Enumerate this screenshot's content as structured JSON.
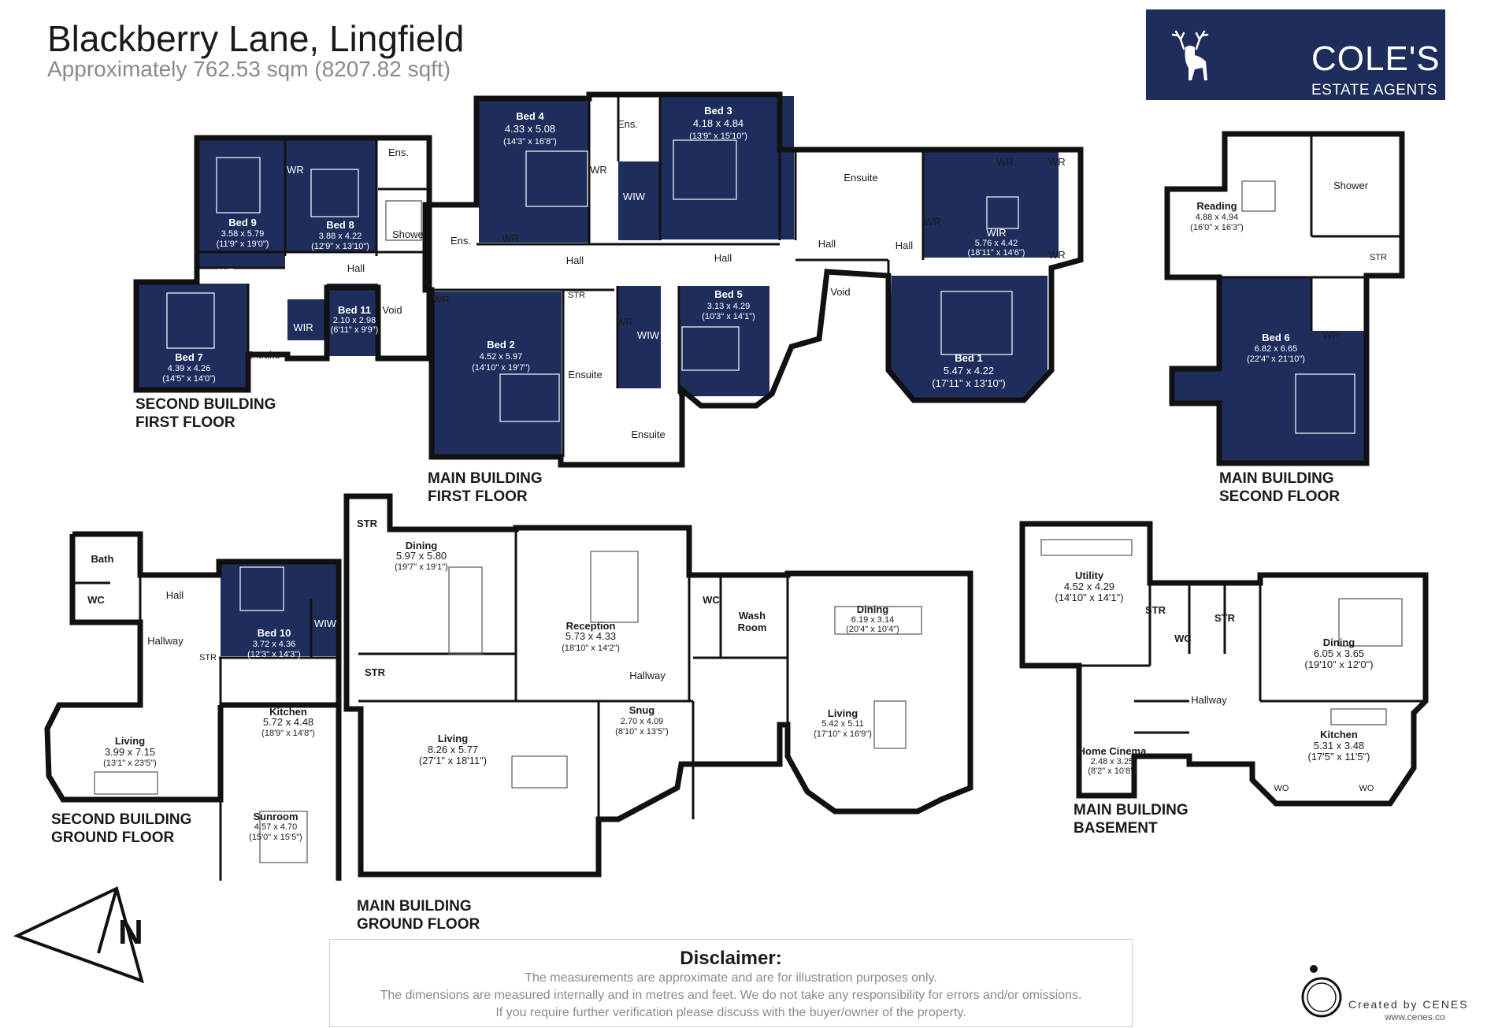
{
  "header": {
    "title": "Blackberry Lane, Lingfield",
    "subtitle": "Approximately 762.53 sqm (8207.82 sqft)"
  },
  "logo": {
    "name": "COLE'S",
    "sub": "ESTATE AGENTS",
    "bg_color": "#1e2d5c"
  },
  "colors": {
    "bedroom": "#1e2d5c",
    "wall": "#111111",
    "floor": "#ffffff"
  },
  "floors": {
    "second_building_first_floor": {
      "label_line1": "SECOND BUILDING",
      "label_line2": "FIRST FLOOR"
    },
    "main_building_first_floor": {
      "label_line1": "MAIN BUILDING",
      "label_line2": "FIRST FLOOR"
    },
    "main_building_second_floor": {
      "label_line1": "MAIN BUILDING",
      "label_line2": "SECOND FLOOR"
    },
    "second_building_ground_floor": {
      "label_line1": "SECOND BUILDING",
      "label_line2": "GROUND FLOOR"
    },
    "main_building_ground_floor": {
      "label_line1": "MAIN BUILDING",
      "label_line2": "GROUND FLOOR"
    },
    "main_building_basement": {
      "label_line1": "MAIN BUILDING",
      "label_line2": "BASEMENT"
    }
  },
  "rooms": {
    "bed9": {
      "name": "Bed 9",
      "dims": "3.58 x 5.79",
      "imperial": "(11'9\" x 19'0\")"
    },
    "bed8": {
      "name": "Bed 8",
      "dims": "3.88 x 4.22",
      "imperial": "(12'9\" x 13'10\")"
    },
    "bed7": {
      "name": "Bed 7",
      "dims": "4.39 x 4.26",
      "imperial": "(14'5\" x 14'0\")"
    },
    "bed11": {
      "name": "Bed 11",
      "dims": "2.10 x 2.98",
      "imperial": "(6'11\" x 9'9\")"
    },
    "bed4": {
      "name": "Bed 4",
      "dims": "4.33 x 5.08",
      "imperial": "(14'3\" x 16'8\")"
    },
    "bed3": {
      "name": "Bed 3",
      "dims": "4.18 x 4.84",
      "imperial": "(13'9\" x 15'10\")"
    },
    "bed2": {
      "name": "Bed 2",
      "dims": "4.52 x 5.97",
      "imperial": "(14'10\" x 19'7\")"
    },
    "bed5": {
      "name": "Bed 5",
      "dims": "3.13 x 4.29",
      "imperial": "(10'3\" x 14'1\")"
    },
    "bed1": {
      "name": "Bed 1",
      "dims": "5.47 x 4.22",
      "imperial": "(17'11\" x 13'10\")"
    },
    "wir_main": {
      "name": "WIR",
      "dims": "5.76 x 4.42",
      "imperial": "(18'11\" x 14'6\")"
    },
    "reading": {
      "name": "Reading",
      "dims": "4.88 x 4.94",
      "imperial": "(16'0\" x 16'3\")"
    },
    "bed6": {
      "name": "Bed 6",
      "dims": "6.82 x 6.65",
      "imperial": "(22'4\" x 21'10\")"
    },
    "bed10": {
      "name": "Bed 10",
      "dims": "3.72 x 4.36",
      "imperial": "(12'3\" x 14'3\")"
    },
    "kitchen2": {
      "name": "Kitchen",
      "dims": "5.72 x 4.48",
      "imperial": "(18'9\" x 14'8\")"
    },
    "living2": {
      "name": "Living",
      "dims": "3.99  x 7.15",
      "imperial": "(13'1\" x 23'5\")"
    },
    "sunroom": {
      "name": "Sunroom",
      "dims": "4.57 x 4.70",
      "imperial": "(15'0\" x 15'5\")"
    },
    "dining1": {
      "name": "Dining",
      "dims": "5.97 x 5.80",
      "imperial": "(19'7\" x 19'1\")"
    },
    "reception": {
      "name": "Reception",
      "dims": "5.73 x 4.33",
      "imperial": "(18'10\" x 14'2\")"
    },
    "living1": {
      "name": "Living",
      "dims": "8.26 x 5.77",
      "imperial": "(27'1\" x 18'11\")"
    },
    "snug": {
      "name": "Snug",
      "dims": "2.70 x 4.09",
      "imperial": "(8'10\" x 13'5\")"
    },
    "dining2": {
      "name": "Dining",
      "dims": "6.19 x 3.14",
      "imperial": "(20'4\" x 10'4\")"
    },
    "living3": {
      "name": "Living",
      "dims": "5.42 x 5.11",
      "imperial": "(17'10\" x 16'9\")"
    },
    "utility": {
      "name": "Utility",
      "dims": "4.52 x 4.29",
      "imperial": "(14'10\" x 14'1\")"
    },
    "dining_b": {
      "name": "Dining",
      "dims": "6.05 x 3.65",
      "imperial": "(19'10\" x 12'0\")"
    },
    "kitchen_b": {
      "name": "Kitchen",
      "dims": "5.31 x 3.48",
      "imperial": "(17'5\" x 11'5\")"
    },
    "cinema": {
      "name": "Home Cinema",
      "dims": "2.48 x 3.25",
      "imperial": "(8'2\" x 10'8\")"
    }
  },
  "small_labels": {
    "ens": "Ens.",
    "wr": "WR",
    "shower": "Shower",
    "hall": "Hall",
    "void": "Void",
    "ensuite": "Ensuite",
    "wir": "WIR",
    "wiw": "WIW",
    "str": "STR",
    "bath": "Bath",
    "wc": "WC",
    "hallway": "Hallway",
    "wash_room": "Wash",
    "wash_room2": "Room",
    "wo": "WO"
  },
  "north": {
    "label": "N"
  },
  "disclaimer": {
    "title": "Disclaimer:",
    "line1": "The measurements are approximate and are for illustration purposes only.",
    "line2": "The dimensions are measured internally and in metres and feet. We do not take any responsibility for errors and/or omissions.",
    "line3": "If you require further verification please discuss with the buyer/owner of the property."
  },
  "credit": {
    "text": "Created by CENES",
    "url": "www.cenes.co"
  }
}
